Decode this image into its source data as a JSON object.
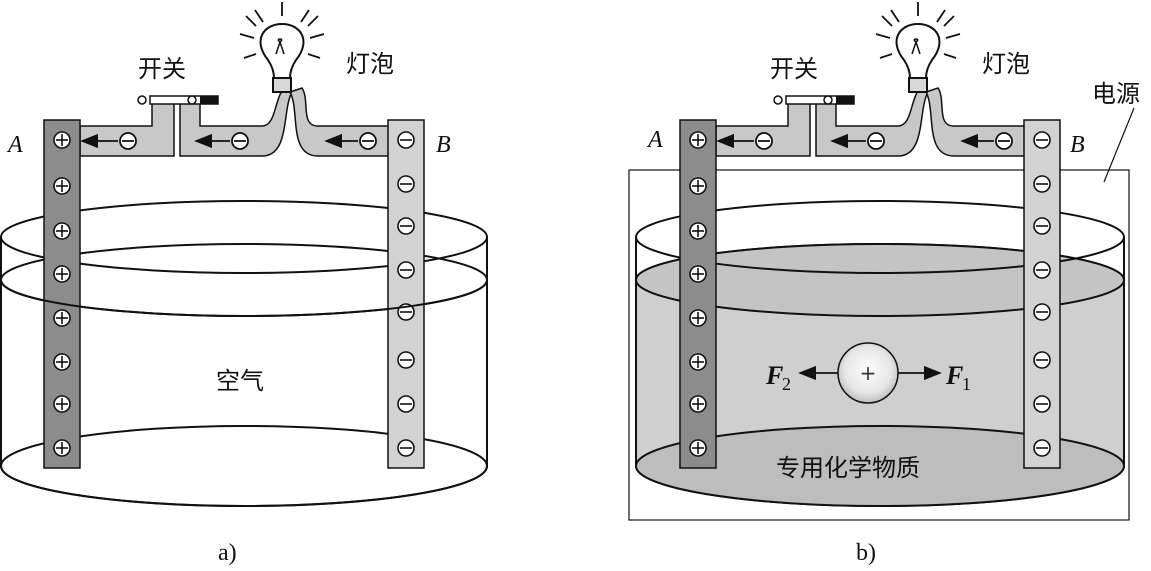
{
  "figure": {
    "panel_a": {
      "caption": "a)",
      "switch_label": "开关",
      "bulb_label": "灯泡",
      "left_plate_label": "A",
      "right_plate_label": "B",
      "medium_label": "空气"
    },
    "panel_b": {
      "caption": "b)",
      "switch_label": "开关",
      "bulb_label": "灯泡",
      "left_plate_label": "A",
      "right_plate_label": "B",
      "source_label": "电源",
      "medium_label": "专用化学物质",
      "force_left": "F",
      "force_left_sub": "2",
      "force_right": "F",
      "force_right_sub": "1",
      "charge_sign": "+"
    }
  },
  "colors": {
    "plate_positive": "#8c8c8c",
    "plate_negative": "#d2d2d2",
    "wire": "#c8c8c8",
    "liquid": "#cfcfcf",
    "stroke": "#111111"
  },
  "icons": [
    "lightbulb-icon",
    "switch-icon",
    "positive-charge-icon",
    "negative-charge-icon"
  ]
}
